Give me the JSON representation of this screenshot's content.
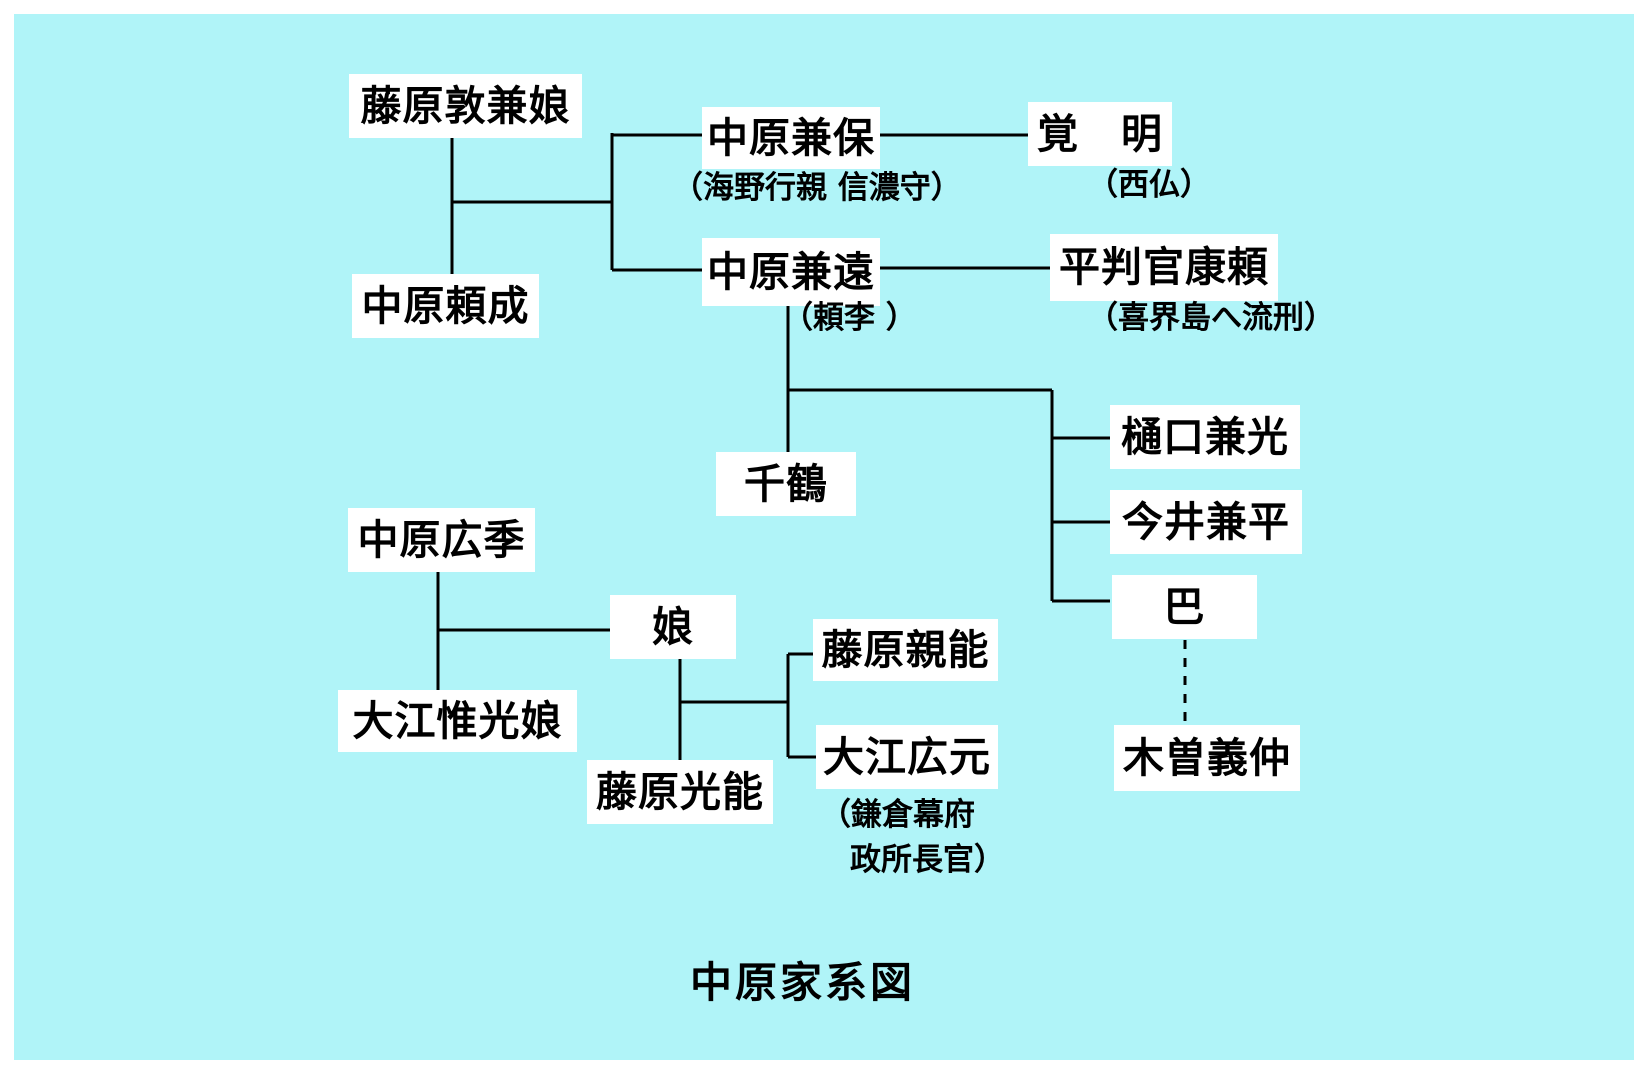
{
  "title": "中原家系図",
  "colors": {
    "background": "#b0f4f8",
    "box": "#ffffff",
    "line": "#000000"
  },
  "people": {
    "fujiwara_atsukane_musume": "藤原敦兼娘",
    "nakahara_yorinari": "中原頼成",
    "nakahara_kaneyasu": "中原兼保",
    "kakumyo": "覚　明",
    "nakahara_kanetoo": "中原兼遠",
    "taira_yasuyori": "平判官康頼",
    "chizuru": "千鶴",
    "higuchi_kanemitsu": "樋口兼光",
    "imai_kanehira": "今井兼平",
    "tomoe": "巴",
    "kiso_yoshinaka": "木曽義仲",
    "nakahara_hirosue": "中原広季",
    "oe_koremitsu_musume": "大江惟光娘",
    "musume": "娘",
    "fujiwara_mitsuyoshi": "藤原光能",
    "fujiwara_chikayoshi": "藤原親能",
    "oe_hiromoto": "大江広元"
  },
  "notes": {
    "kaneyasu": "（海野行親 信濃守）",
    "kakumyo": "（西仏）",
    "kanetoo": "（頼李 ）",
    "yasuyori": "（喜界島へ流刑）",
    "hiromoto_line1": "（鎌倉幕府",
    "hiromoto_line2": "政所長官）"
  }
}
